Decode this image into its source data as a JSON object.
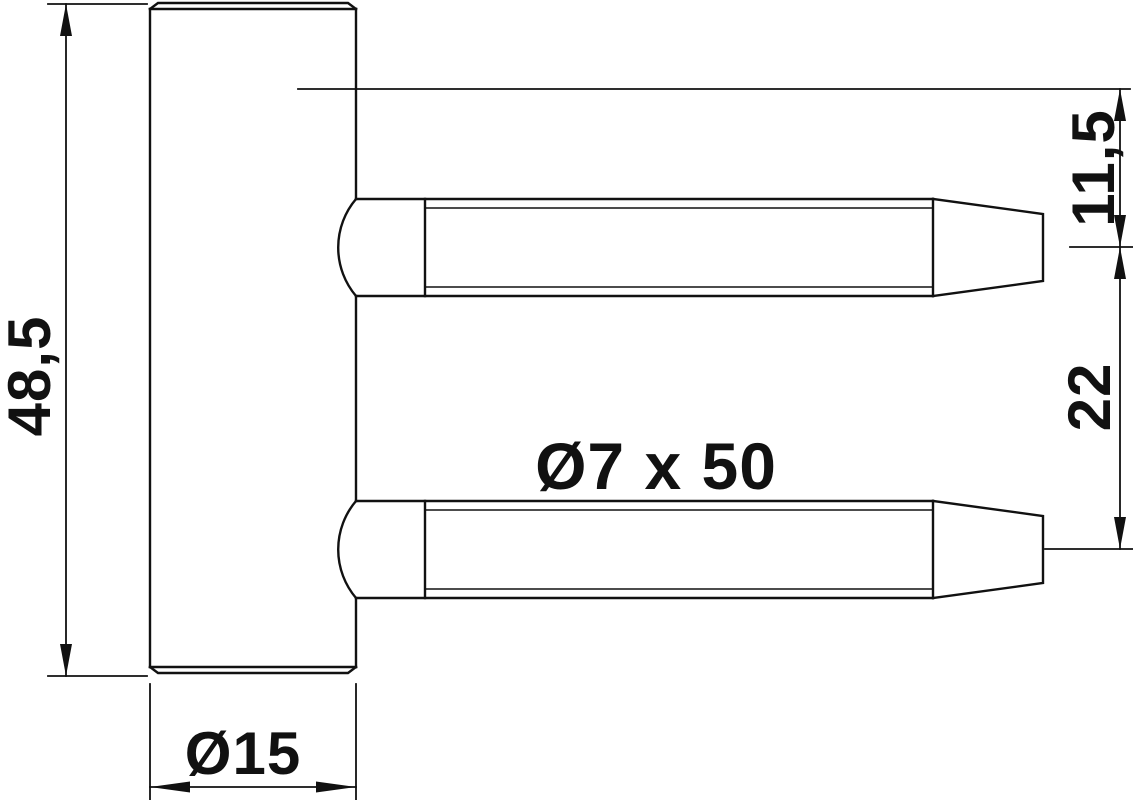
{
  "drawing": {
    "type": "technical-dimension-drawing",
    "colors": {
      "line": "#111111",
      "background": "#ffffff"
    },
    "labels": {
      "total_height": "48,5",
      "body_diameter": "Ø15",
      "pin_spec": "Ø7 x 50",
      "top_offset": "11,5",
      "pin_spacing": "22"
    },
    "values_mm": {
      "total_height": 48.5,
      "body_diameter": 15,
      "pin_diameter": 7,
      "pin_length": 50,
      "top_offset": 11.5,
      "pin_spacing": 22
    }
  }
}
